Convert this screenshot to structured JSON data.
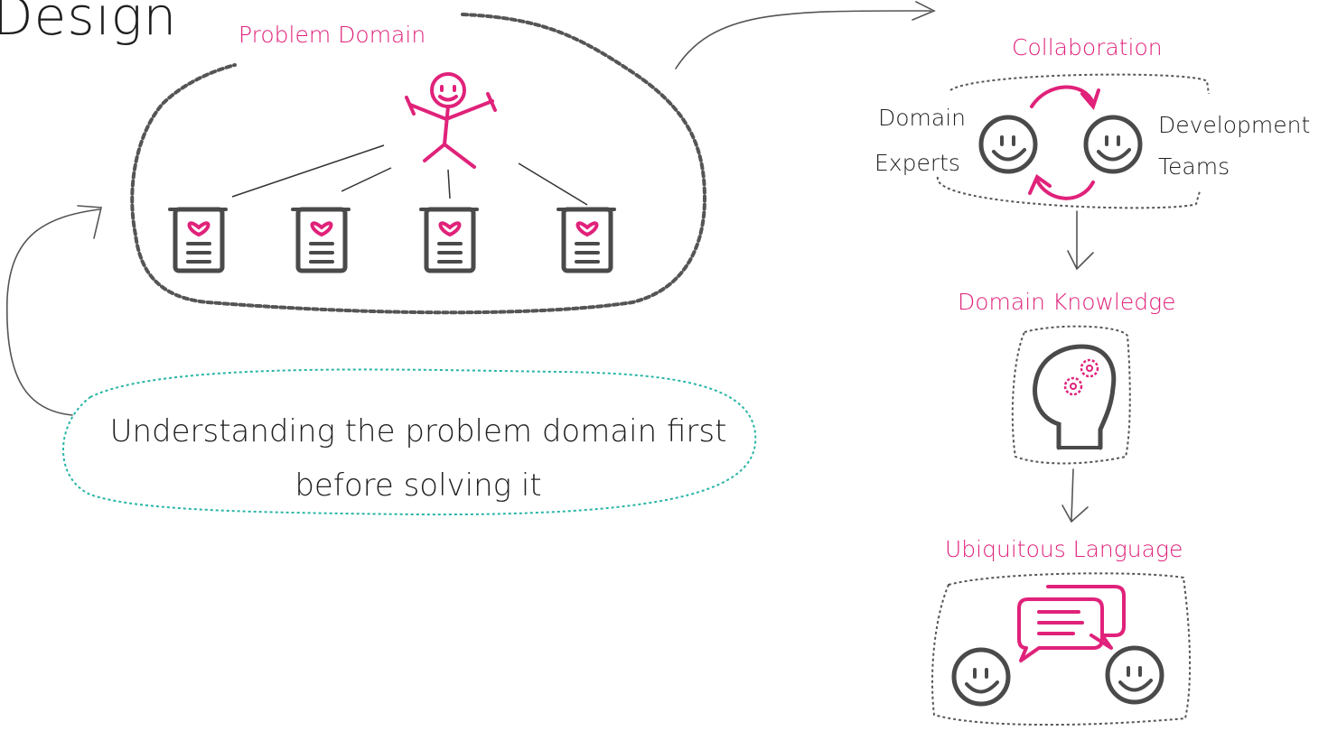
{
  "title": "Design",
  "problem_domain": {
    "label": "Problem Domain"
  },
  "note": {
    "line1": "Understanding the problem domain first",
    "line2": "before solving it"
  },
  "collaboration": {
    "label": "Collaboration",
    "left_line1": "Domain",
    "left_line2": "Experts",
    "right_line1": "Development",
    "right_line2": "Teams"
  },
  "domain_knowledge": {
    "label": "Domain Knowledge"
  },
  "ubiquitous_language": {
    "label": "Ubiquitous Language"
  },
  "colors": {
    "accent": "#e0227a",
    "ink": "#4a4a4a",
    "note_outline": "#27b5a6"
  }
}
